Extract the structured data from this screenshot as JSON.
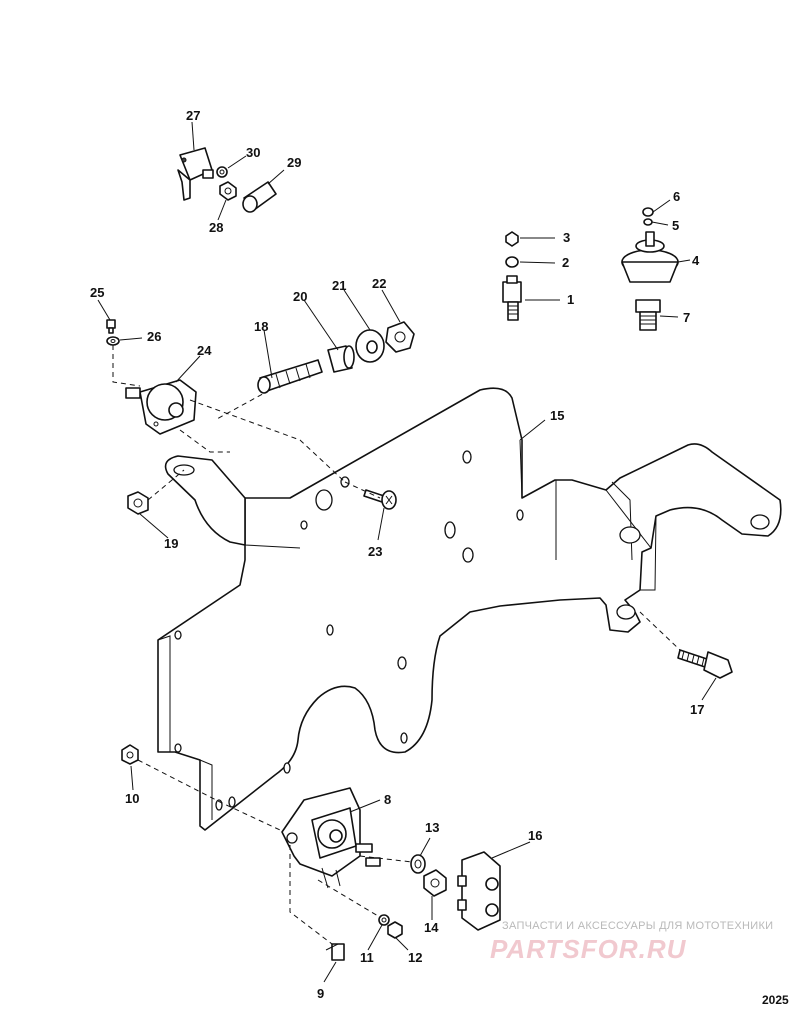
{
  "callouts": [
    "1",
    "2",
    "3",
    "4",
    "5",
    "6",
    "7",
    "8",
    "9",
    "10",
    "11",
    "12",
    "13",
    "14",
    "15",
    "16",
    "17",
    "18",
    "19",
    "20",
    "21",
    "22",
    "23",
    "24",
    "25",
    "26",
    "27",
    "28",
    "29",
    "30"
  ],
  "watermark": {
    "line1": "ЗАПЧАСТИ И АКСЕССУАРЫ ДЛЯ МОТОТЕХНИКИ",
    "line2": "PARTSFOR.RU"
  },
  "figure_number": "2025"
}
